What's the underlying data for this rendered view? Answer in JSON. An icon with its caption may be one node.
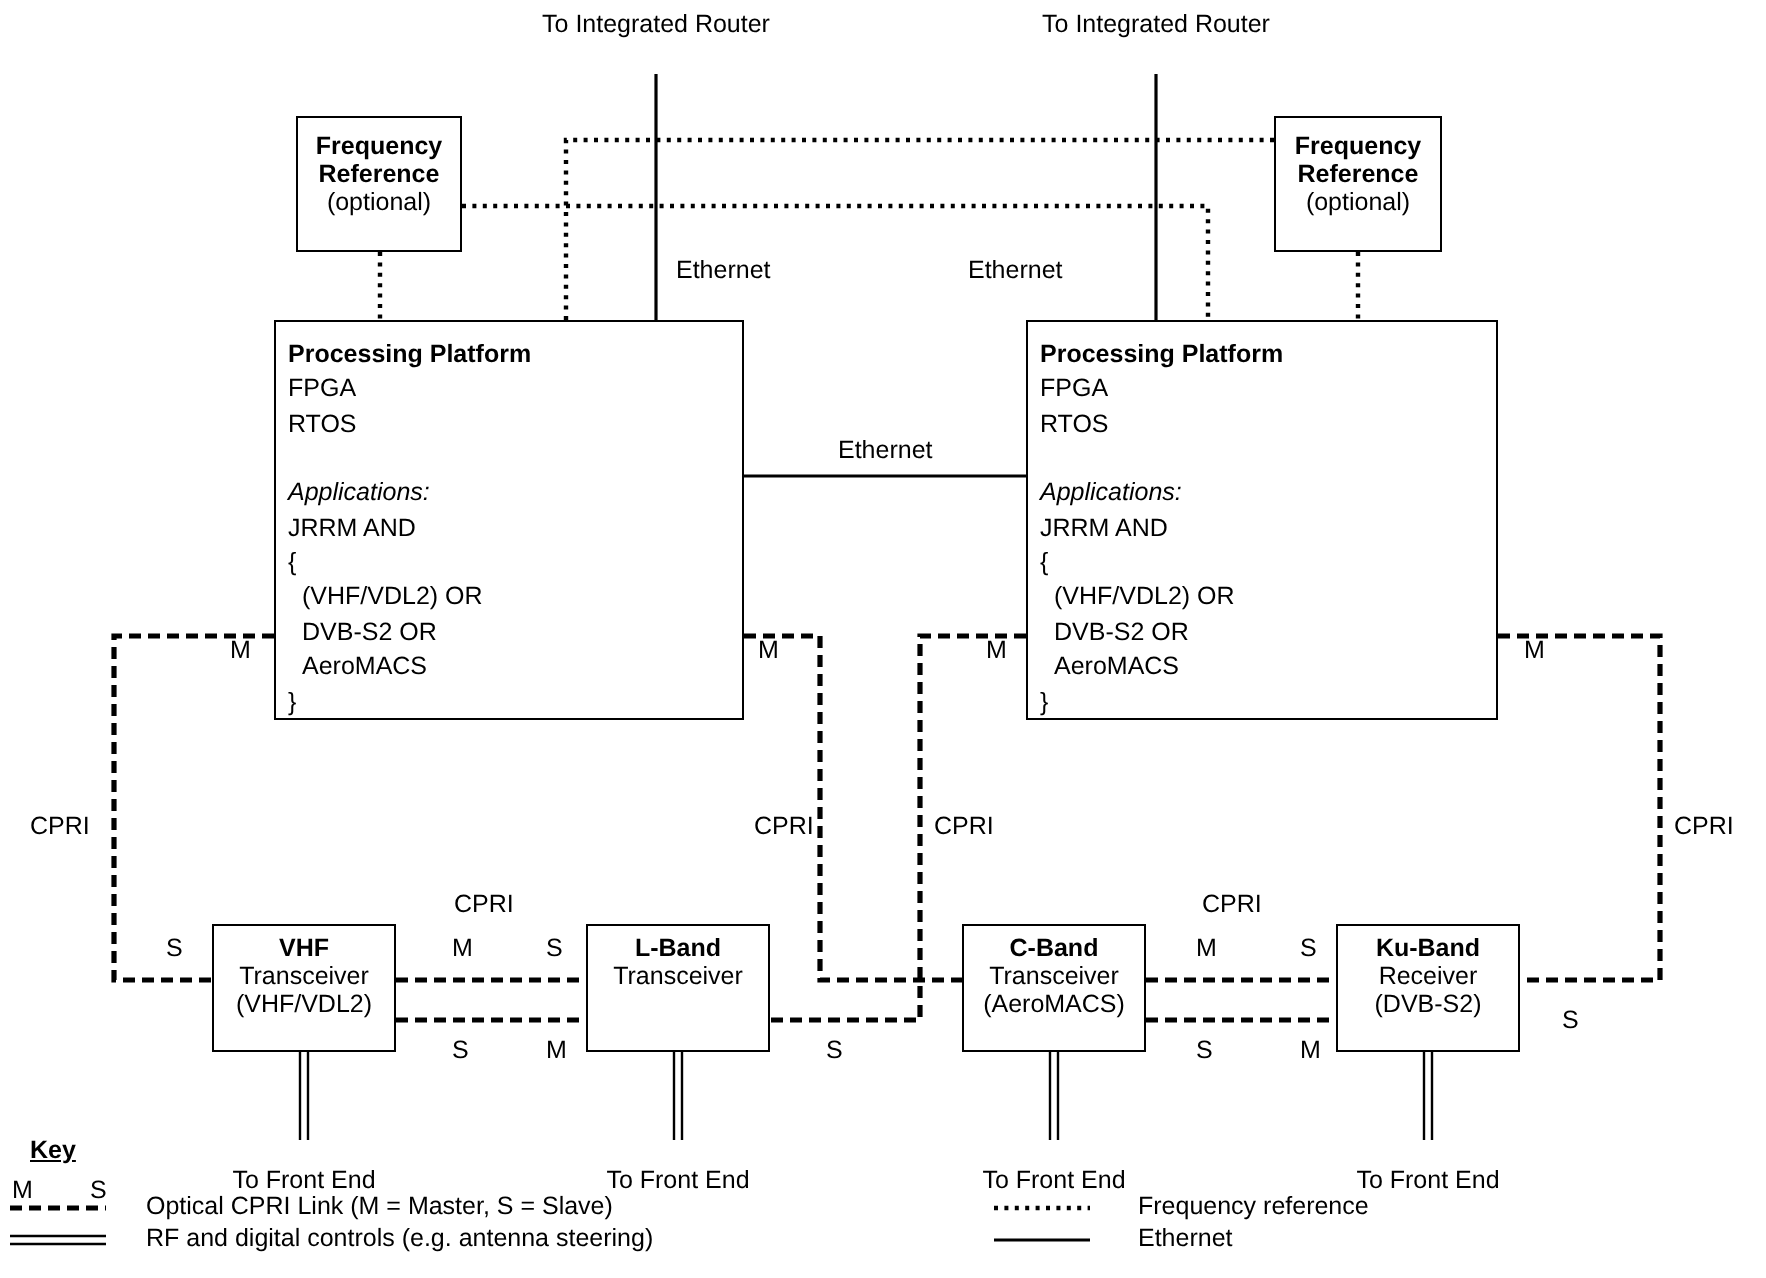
{
  "diagram": {
    "nodes": [
      {
        "text": [
          "To Integrated Router"
        ]
      },
      {
        "text": [
          "To Integrated Router"
        ]
      },
      {
        "text": [
          "Frequency Reference",
          "(optional)"
        ]
      },
      {
        "text": [
          "Frequency Reference",
          "(optional)"
        ]
      },
      {
        "text": [
          "Processing Platform",
          "FPGA",
          "RTOS",
          "Applications:",
          "JRRM AND",
          "{",
          "(VHF/VDL2) OR",
          "DVB-S2 OR",
          "AeroMACS",
          "}"
        ]
      },
      {
        "text": [
          "Processing Platform",
          "FPGA",
          "RTOS",
          "Applications:",
          "JRRM AND",
          "{",
          "(VHF/VDL2) OR",
          "DVB-S2 OR",
          "AeroMACS",
          "}"
        ]
      },
      {
        "text": [
          "VHF",
          "Transceiver",
          "(VHF/VDL2)"
        ]
      },
      {
        "text": [
          "L-Band",
          "Transceiver"
        ]
      },
      {
        "text": [
          "C-Band",
          "Transceiver",
          "(AeroMACS)"
        ]
      },
      {
        "text": [
          "Ku-Band",
          "Receiver",
          "(DVB-S2)"
        ]
      },
      {
        "text": [
          "To Front End"
        ]
      },
      {
        "text": [
          "To Front End"
        ]
      },
      {
        "text": [
          "To Front End"
        ]
      },
      {
        "text": [
          "To Front End"
        ]
      }
    ],
    "edges": [
      {
        "from": 0,
        "to": 4,
        "arrow": "none",
        "label": "Ethernet"
      },
      {
        "from": 1,
        "to": 5,
        "arrow": "none",
        "label": "Ethernet"
      },
      {
        "from": 4,
        "to": 5,
        "arrow": "none",
        "label": "Ethernet"
      },
      {
        "from": 2,
        "to": 4,
        "arrow": "none",
        "style": "dashed"
      },
      {
        "from": 4,
        "to": 3,
        "arrow": "none",
        "style": "dashed"
      },
      {
        "from": 2,
        "to": 5,
        "arrow": "none",
        "style": "dashed"
      },
      {
        "from": 3,
        "to": 5,
        "arrow": "none",
        "style": "dashed"
      },
      {
        "from": 4,
        "to": 6,
        "arrow": "none",
        "style": "dashed",
        "label": "CPRI"
      },
      {
        "from": 4,
        "to": 8,
        "arrow": "none",
        "style": "dashed",
        "label": "CPRI"
      },
      {
        "from": 5,
        "to": 7,
        "arrow": "none",
        "style": "dashed",
        "label": "CPRI"
      },
      {
        "from": 5,
        "to": 9,
        "arrow": "none",
        "style": "dashed",
        "label": "CPRI"
      },
      {
        "from": 6,
        "to": 7,
        "arrow": "none",
        "style": "dashed",
        "label": "CPRI"
      },
      {
        "from": 6,
        "to": 7,
        "arrow": "none",
        "style": "dashed"
      },
      {
        "from": 8,
        "to": 9,
        "arrow": "none",
        "style": "dashed",
        "label": "CPRI"
      },
      {
        "from": 8,
        "to": 9,
        "arrow": "none",
        "style": "dashed"
      },
      {
        "from": 6,
        "to": 10,
        "arrow": "none"
      },
      {
        "from": 7,
        "to": 11,
        "arrow": "none"
      },
      {
        "from": 8,
        "to": 12,
        "arrow": "none"
      },
      {
        "from": 9,
        "to": 13,
        "arrow": "none"
      }
    ],
    "labels": [
      "M",
      "M",
      "M",
      "M",
      "S",
      "M",
      "S",
      "M",
      "S",
      "S",
      "M",
      "S",
      "S",
      "M",
      "S",
      "Key",
      "M",
      "S"
    ],
    "legend": [
      {
        "text": "Optical CPRI Link (M = Master, S = Slave)"
      },
      {
        "text": "RF and digital controls (e.g. antenna steering)"
      },
      {
        "text": "Frequency reference"
      },
      {
        "text": "Ethernet"
      }
    ]
  }
}
